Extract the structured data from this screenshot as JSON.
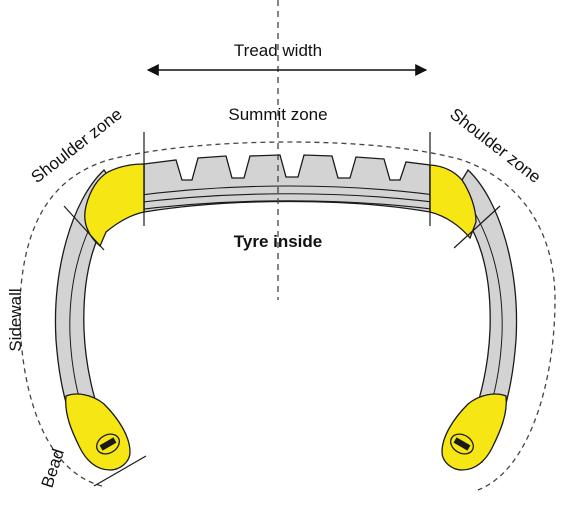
{
  "labels": {
    "tread_width": "Tread width",
    "summit_zone": "Summit zone",
    "shoulder_zone_left": "Shoulder zone",
    "shoulder_zone_right": "Shoulder zone",
    "tyre_inside": "Tyre inside",
    "sidewall": "Sidewall",
    "bead": "Bead"
  },
  "colors": {
    "rubber": "#d3d3d3",
    "yellow_zone": "#f5e614",
    "outline": "#1a1a1a",
    "dashed": "#444444"
  }
}
